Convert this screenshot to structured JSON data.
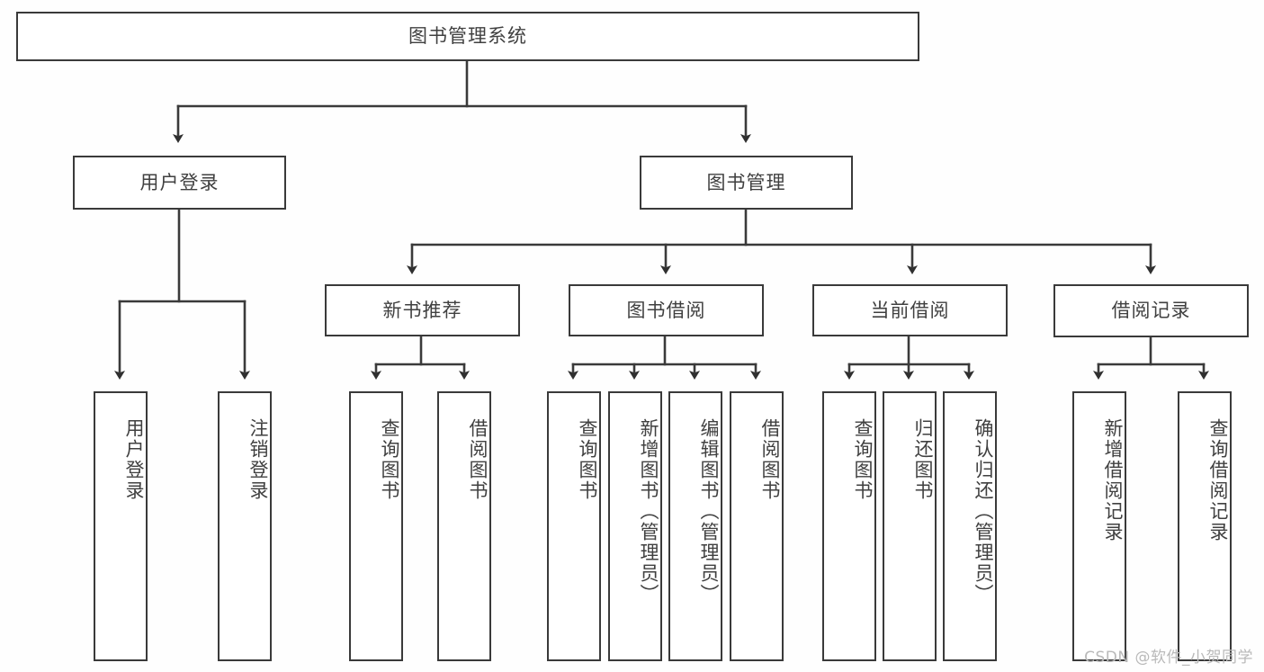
{
  "diagram": {
    "title": "图书管理系统",
    "type": "tree-hierarchy-diagram",
    "line_color": "#3a3a3a",
    "text_color": "#404040",
    "background_color": "#fefefe"
  },
  "watermark": {
    "text": "CSDN @软件_小贺同学"
  },
  "nodes": {
    "root": {
      "label": "图书管理系统"
    },
    "level1": [
      {
        "label": "用户登录"
      },
      {
        "label": "图书管理"
      }
    ],
    "level2": [
      {
        "label": "新书推荐"
      },
      {
        "label": "图书借阅"
      },
      {
        "label": "当前借阅"
      },
      {
        "label": "借阅记录"
      }
    ],
    "leaves_user_login": [
      {
        "label": "用户登录"
      },
      {
        "label": "注销登录"
      }
    ],
    "leaves_new_book": [
      {
        "label": "查询图书"
      },
      {
        "label": "借阅图书"
      }
    ],
    "leaves_borrow": [
      {
        "label": "查询图书"
      },
      {
        "label": "新增图书（管理员）"
      },
      {
        "label": "编辑图书（管理员）"
      },
      {
        "label": "借阅图书"
      }
    ],
    "leaves_current": [
      {
        "label": "查询图书"
      },
      {
        "label": "归还图书"
      },
      {
        "label": "确认归还（管理员）"
      }
    ],
    "leaves_records": [
      {
        "label": "新增借阅记录"
      },
      {
        "label": "查询借阅记录"
      }
    ]
  }
}
